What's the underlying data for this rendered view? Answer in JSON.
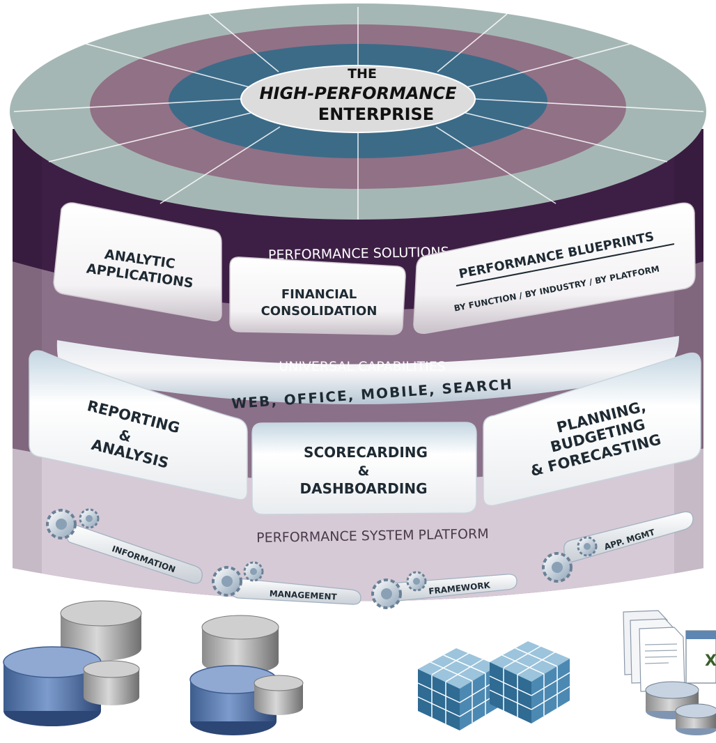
{
  "top": {
    "line1": "THE",
    "line2": "HIGH-PERFORMANCE",
    "line3": "ENTERPRISE"
  },
  "solutions": {
    "label": "PERFORMANCE SOLUTIONS",
    "analytic": [
      "ANALYTIC",
      "APPLICATIONS"
    ],
    "financial": [
      "FINANCIAL",
      "CONSOLIDATION"
    ],
    "blueprints_title": "PERFORMANCE BLUEPRINTS",
    "blueprints_sub": "BY FUNCTION / BY INDUSTRY / BY PLATFORM"
  },
  "capabilities": {
    "label": "UNIVERSAL CAPABILITIES",
    "channels": "WEB, OFFICE, MOBILE, SEARCH",
    "reporting": [
      "REPORTING",
      "&",
      "ANALYSIS"
    ],
    "scorecarding": [
      "SCORECARDING",
      "&",
      "DASHBOARDING"
    ],
    "planning": [
      "PLANNING,",
      "BUDGETING",
      "& FORECASTING"
    ]
  },
  "platform": {
    "label": "PERFORMANCE SYSTEM PLATFORM",
    "items": [
      "INFORMATION",
      "MANAGEMENT",
      "FRAMEWORK",
      "APP. MGMT"
    ]
  },
  "colors": {
    "dark_purple": "#3d1f45",
    "mid_purple": "#8b7089",
    "light_lilac": "#d6cad6",
    "teal_gray": "#a5b7b4",
    "ring_purple": "#917186",
    "ring_blue": "#3c6b88",
    "center": "#dcdcdc",
    "text_dark": "#1e2a33"
  },
  "icons": [
    "database-icon",
    "database-icon",
    "olap-cube-icon",
    "documents-database-icon"
  ]
}
